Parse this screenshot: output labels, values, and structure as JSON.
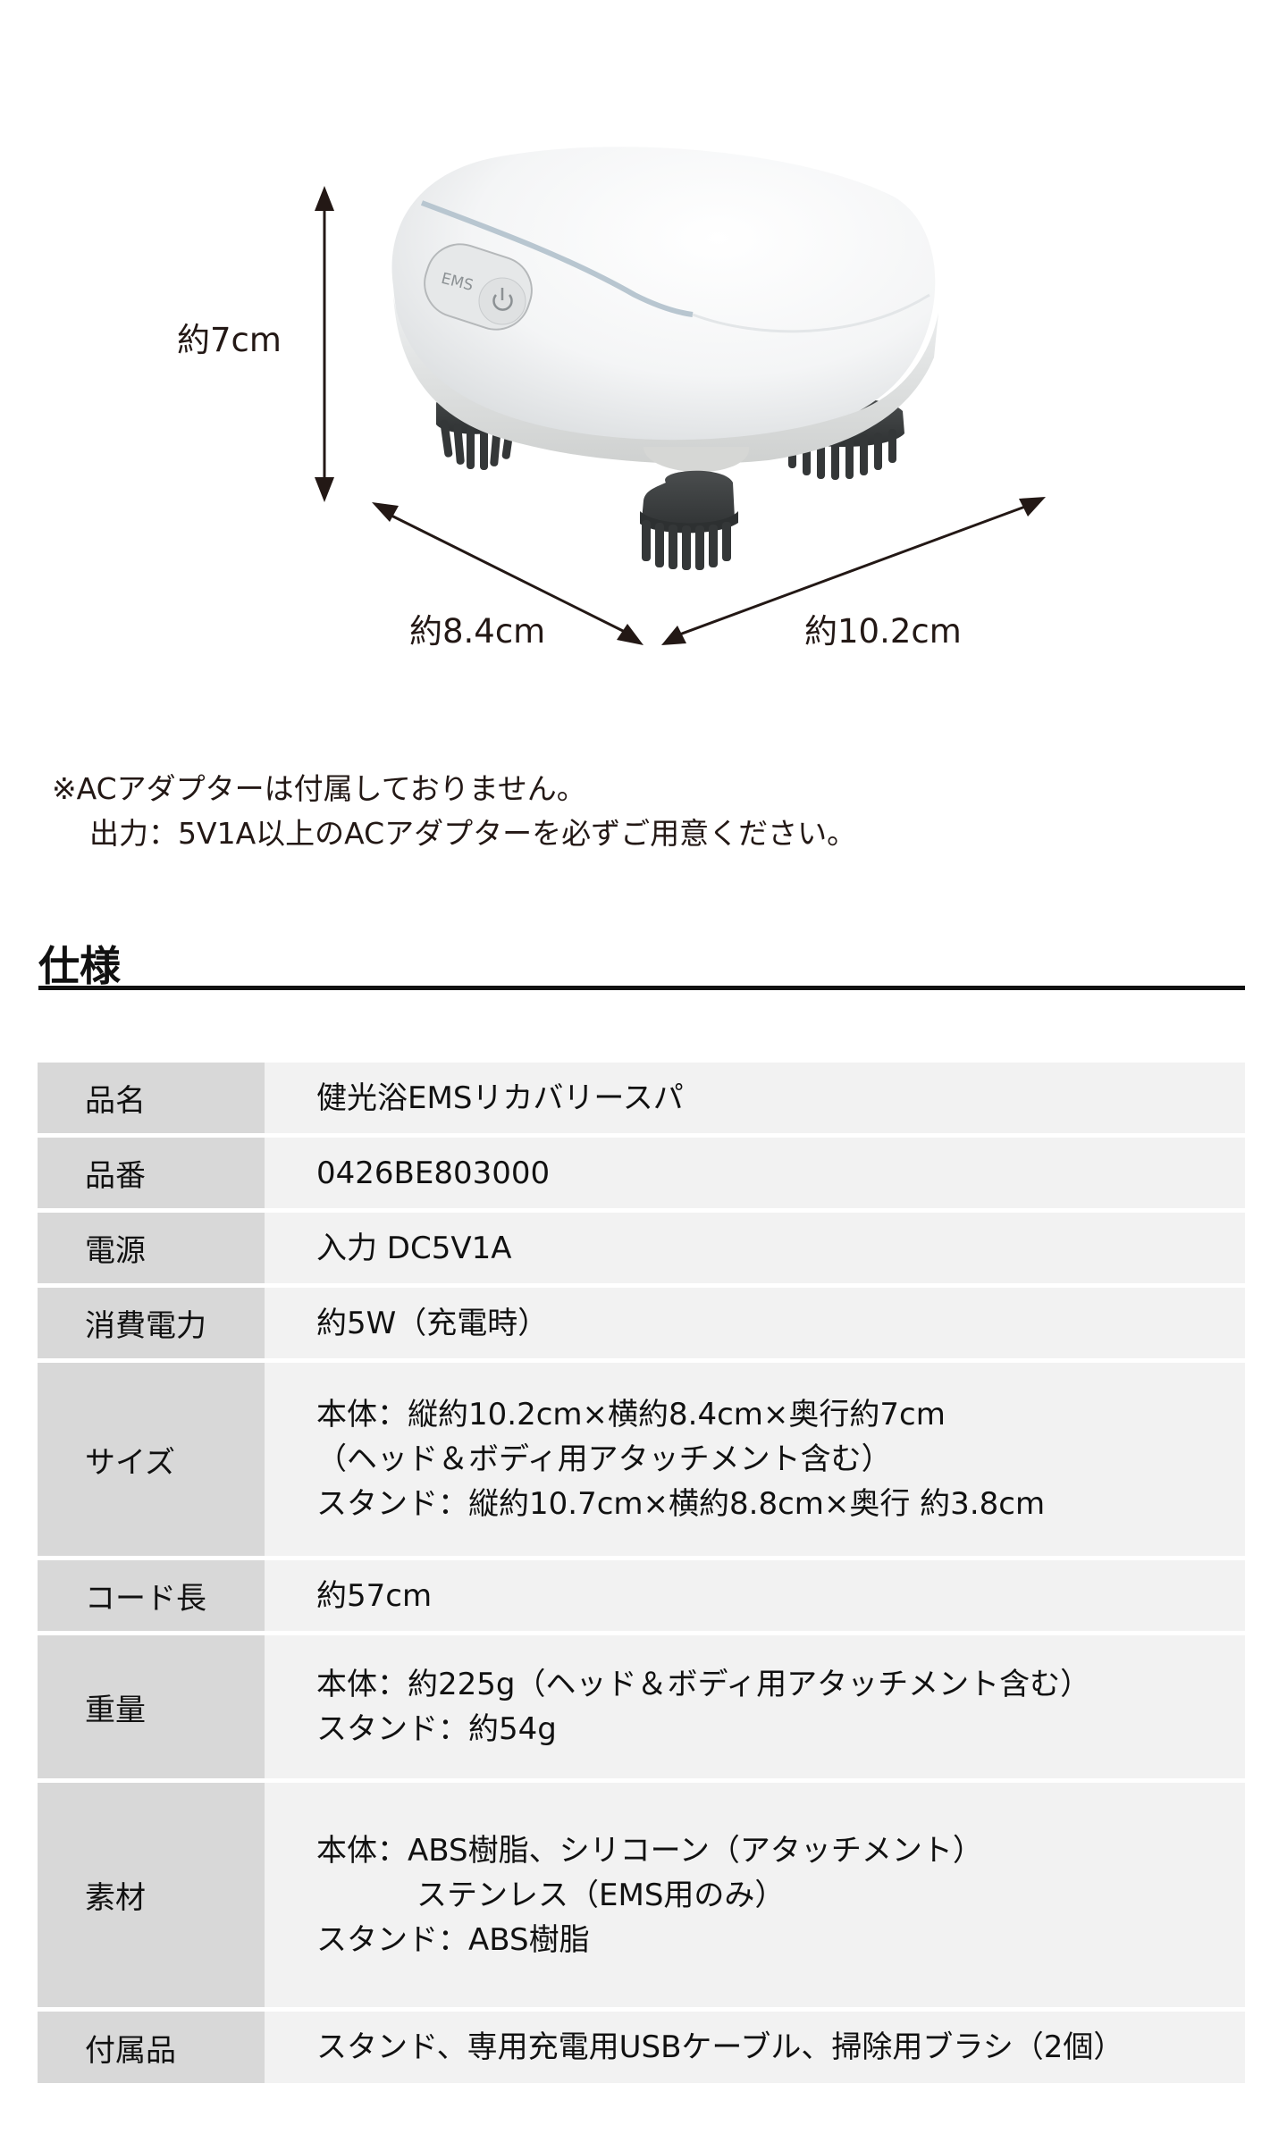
{
  "product_image": {
    "device_buttons": {
      "ems_label": "EMS",
      "power_icon": "power-icon"
    },
    "dimensions": {
      "height_label": "約7cm",
      "depth_label": "約8.4cm",
      "width_label": "約10.2cm"
    }
  },
  "notes": {
    "line1": "※ACアダプターは付属しておりません。",
    "line2": "出力：5V1A以上のACアダプターを必ずご用意ください。"
  },
  "specs": {
    "title": "仕様",
    "rows": [
      {
        "label": "品名",
        "lines": [
          "健光浴EMSリカバリースパ"
        ]
      },
      {
        "label": "品番",
        "lines": [
          "0426BE803000"
        ]
      },
      {
        "label": "電源",
        "lines": [
          "入力 DC5V1A"
        ]
      },
      {
        "label": "消費電力",
        "lines": [
          "約5W（充電時）"
        ]
      },
      {
        "label": "サイズ",
        "lines": [
          "本体：縦約10.2cm×横約8.4cm×奥行約7cm",
          "（ヘッド＆ボディ用アタッチメント含む）",
          "スタンド：縦約10.7cm×横約8.8cm×奥行 約3.8cm"
        ]
      },
      {
        "label": "コード長",
        "lines": [
          "約57cm"
        ]
      },
      {
        "label": "重量",
        "lines": [
          "本体：約225g（ヘッド＆ボディ用アタッチメント含む）",
          "スタンド：約54g"
        ]
      },
      {
        "label": "素材",
        "lines": [
          "本体：ABS樹脂、シリコーン（アタッチメント）",
          "ステンレス（EMS用のみ）",
          "スタンド：ABS樹脂"
        ]
      },
      {
        "label": "付属品",
        "lines": [
          "スタンド、専用充電用USBケーブル、掃除用ブラシ（2個）"
        ]
      }
    ]
  },
  "colors": {
    "text": "#231815",
    "label_bg": "#d8d8d8",
    "value_bg": "#f2f2f2",
    "rule": "#111111"
  }
}
